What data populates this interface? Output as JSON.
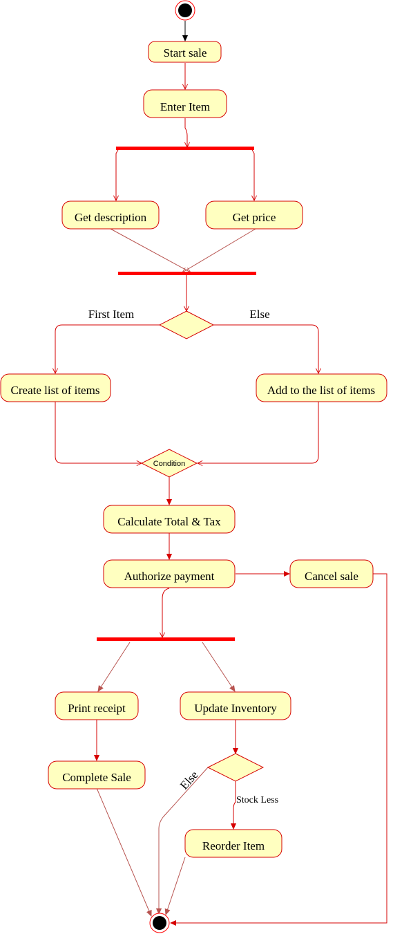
{
  "colors": {
    "activity_fill": "#ffffc0",
    "activity_stroke": "#d60000",
    "bar": "#ff0000",
    "edge_red": "#d60000",
    "edge_brown": "#b85450",
    "initial_edge": "#000000"
  },
  "activities": {
    "start_sale": "Start sale",
    "enter_item": "Enter Item",
    "get_description": "Get description",
    "get_price": "Get price",
    "create_list": "Create list of items",
    "add_to_list": "Add to the list of items",
    "calculate_total": "Calculate Total & Tax",
    "authorize_payment": "Authorize payment",
    "cancel_sale": "Cancel sale",
    "print_receipt": "Print receipt",
    "update_inventory": "Update Inventory",
    "complete_sale": "Complete Sale",
    "reorder_item": "Reorder Item"
  },
  "decisions": {
    "merge_condition": "Condition"
  },
  "edge_labels": {
    "first_item": "First Item",
    "else_1": "Else",
    "else_2": "Else",
    "stock_less": "Stock Less"
  }
}
